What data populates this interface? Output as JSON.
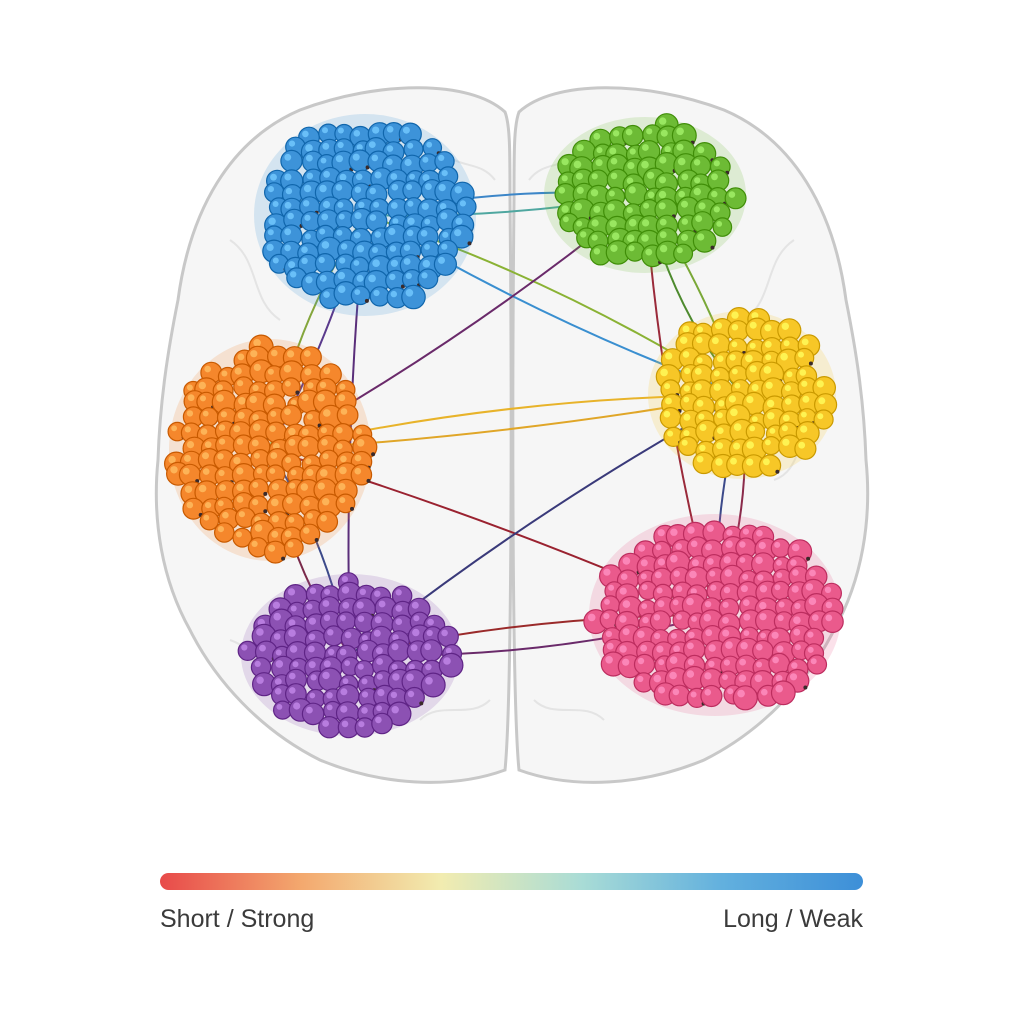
{
  "diagram": {
    "clusters": [
      {
        "id": "blue",
        "color": "#3d93d9"
      },
      {
        "id": "green",
        "color": "#6dbb35"
      },
      {
        "id": "orange",
        "color": "#f5872c"
      },
      {
        "id": "yellow",
        "color": "#f7c727"
      },
      {
        "id": "purple",
        "color": "#8c51b3"
      },
      {
        "id": "pink",
        "color": "#ea5a8c"
      }
    ],
    "connections": [
      {
        "from": "blue",
        "to": "green",
        "color": "#4fa7a0"
      },
      {
        "from": "blue",
        "to": "green",
        "color": "#3c86c8"
      },
      {
        "from": "blue",
        "to": "orange",
        "color": "#84a63c"
      },
      {
        "from": "blue",
        "to": "orange",
        "color": "#5a3a8c"
      },
      {
        "from": "blue",
        "to": "yellow",
        "color": "#3a8fd0"
      },
      {
        "from": "blue",
        "to": "yellow",
        "color": "#8ab234"
      },
      {
        "from": "blue",
        "to": "purple",
        "color": "#5a2e7a"
      },
      {
        "from": "green",
        "to": "orange",
        "color": "#6a2a6a"
      },
      {
        "from": "green",
        "to": "yellow",
        "color": "#4d8a2e"
      },
      {
        "from": "green",
        "to": "yellow",
        "color": "#7aa838"
      },
      {
        "from": "green",
        "to": "pink",
        "color": "#9a2a3a"
      },
      {
        "from": "orange",
        "to": "yellow",
        "color": "#e8b32a"
      },
      {
        "from": "orange",
        "to": "yellow",
        "color": "#e0a628"
      },
      {
        "from": "orange",
        "to": "purple",
        "color": "#3c4a8a"
      },
      {
        "from": "orange",
        "to": "purple",
        "color": "#7a2a4a"
      },
      {
        "from": "orange",
        "to": "pink",
        "color": "#9a2230"
      },
      {
        "from": "yellow",
        "to": "purple",
        "color": "#3a3a7a"
      },
      {
        "from": "yellow",
        "to": "pink",
        "color": "#8a2a4a"
      },
      {
        "from": "yellow",
        "to": "pink",
        "color": "#3c4a8a"
      },
      {
        "from": "purple",
        "to": "pink",
        "color": "#9a2a2a"
      },
      {
        "from": "purple",
        "to": "pink",
        "color": "#6a2a6a"
      }
    ]
  },
  "legend": {
    "gradient_colors": [
      "#e84a4a",
      "#f3a86e",
      "#f2ecb0",
      "#a9dcd6",
      "#62b0de",
      "#3d8fd8"
    ],
    "left_label": "Short / Strong",
    "right_label": "Long / Weak"
  }
}
